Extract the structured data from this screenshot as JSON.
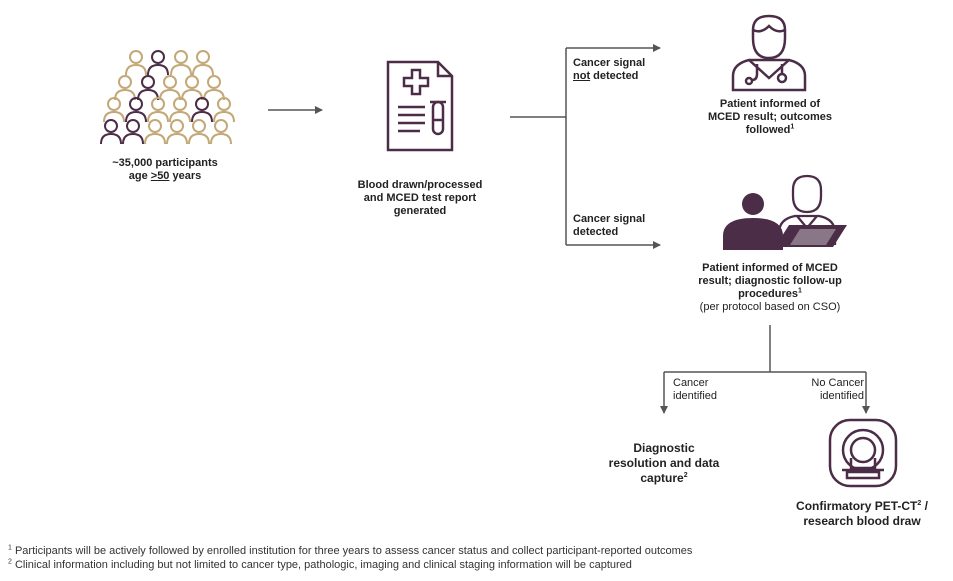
{
  "colors": {
    "accent": "#4b2d47",
    "tan": "#c3a878",
    "line": "#555555",
    "text": "#222222"
  },
  "participants": {
    "count": "~35,000 participants",
    "age_prefix": "age ",
    "age_value": ">50",
    "age_suffix": " years"
  },
  "blood": {
    "line1": "Blood drawn/processed",
    "line2": "and MCED test report",
    "line3": "generated"
  },
  "branch_not_detected": {
    "line1": "Cancer signal",
    "not_word": "not",
    "line2_rest": " detected"
  },
  "branch_detected": {
    "line1": "Cancer signal",
    "line2": "detected"
  },
  "informed_followed": {
    "line1": "Patient informed of",
    "line2": "MCED result; outcomes",
    "line3": "followed",
    "sup": "1"
  },
  "informed_diagnostic": {
    "line1": "Patient informed of MCED",
    "line2": "result; diagnostic follow-up",
    "line3": "procedures",
    "sup": "1",
    "line4": "(per protocol based on CSO)"
  },
  "cancer_identified": {
    "line1": "Cancer",
    "line2": "identified"
  },
  "no_cancer_identified": {
    "line1": "No Cancer",
    "line2": "identified"
  },
  "diagnostic_resolution": {
    "line1": "Diagnostic",
    "line2": "resolution and data",
    "line3": "capture",
    "sup": "2"
  },
  "confirmatory": {
    "line1_prefix": "Confirmatory PET-CT",
    "sup": "2",
    "line1_suffix": " /",
    "line2": "research blood draw"
  },
  "footnotes": [
    {
      "sup": "1",
      "text": " Participants will be actively followed by enrolled institution for three years to assess cancer status and collect participant-reported outcomes"
    },
    {
      "sup": "2",
      "text": " Clinical information including but not limited to cancer type, pathologic, imaging and clinical staging information will be captured"
    }
  ]
}
